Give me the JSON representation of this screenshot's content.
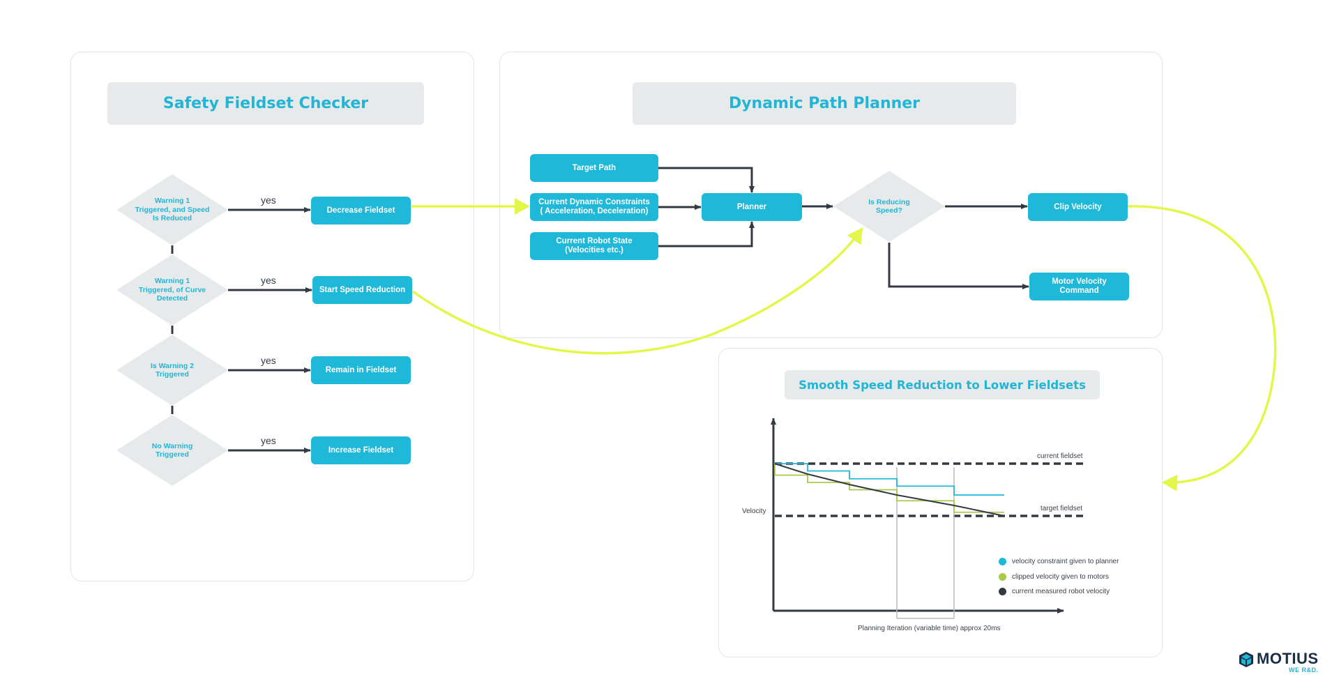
{
  "colors": {
    "accent": "#1fb8d9",
    "highlight": "#e3f64a",
    "dark": "#333a44",
    "panel": "#e6eaeb",
    "green": "#a9c94a"
  },
  "safety": {
    "title": "Safety Fieldset Checker",
    "decisions": [
      {
        "text": "Warning 1\nTriggered, and Speed\nIs Reduced",
        "yes": "yes",
        "action": "Decrease Fieldset"
      },
      {
        "text": "Warning 1\nTriggered, of Curve\nDetected",
        "yes": "yes",
        "action": "Start Speed Reduction"
      },
      {
        "text": "Is Warning 2\nTriggered",
        "yes": "yes",
        "action": "Remain in Fieldset"
      },
      {
        "text": "No Warning\nTriggered",
        "yes": "yes",
        "action": "Increase Fieldset"
      }
    ]
  },
  "planner": {
    "title": "Dynamic Path Planner",
    "inputs": [
      "Target Path",
      "Current Dynamic Constraints\n( Acceleration, Deceleration)",
      "Current Robot State\n(Velocities etc.)"
    ],
    "planner_label": "Planner",
    "decision": "Is Reducing\nSpeed?",
    "clip": "Clip Velocity",
    "motor": "Motor Velocity\nCommand"
  },
  "chart": {
    "title": "Smooth Speed Reduction to Lower Fieldsets",
    "ylabel": "Velocity",
    "xlabel": "Planning Iteration (variable time) approx 20ms",
    "current_label": "current fieldset",
    "target_label": "target fieldset",
    "legend": [
      {
        "label": "velocity constraint given to planner",
        "color": "#1fb8d9"
      },
      {
        "label": "clipped velocity given to motors",
        "color": "#a9c94a"
      },
      {
        "label": "current measured robot velocity",
        "color": "#333a44"
      }
    ]
  },
  "chart_data": {
    "type": "line",
    "x": [
      0,
      1,
      2,
      3,
      4,
      5
    ],
    "series": [
      {
        "name": "velocity constraint given to planner",
        "values": [
          1.0,
          0.86,
          0.71,
          0.57,
          0.4,
          0.4
        ]
      },
      {
        "name": "clipped velocity given to motors",
        "values": [
          0.78,
          0.64,
          0.5,
          0.29,
          0.07,
          0.07
        ]
      },
      {
        "name": "current measured robot velocity",
        "values": [
          1.0,
          0.8,
          0.6,
          0.4,
          0.2,
          0.0
        ]
      }
    ]
  },
  "logo": {
    "word": "MOTIUS",
    "tagline": "WE R&D."
  }
}
